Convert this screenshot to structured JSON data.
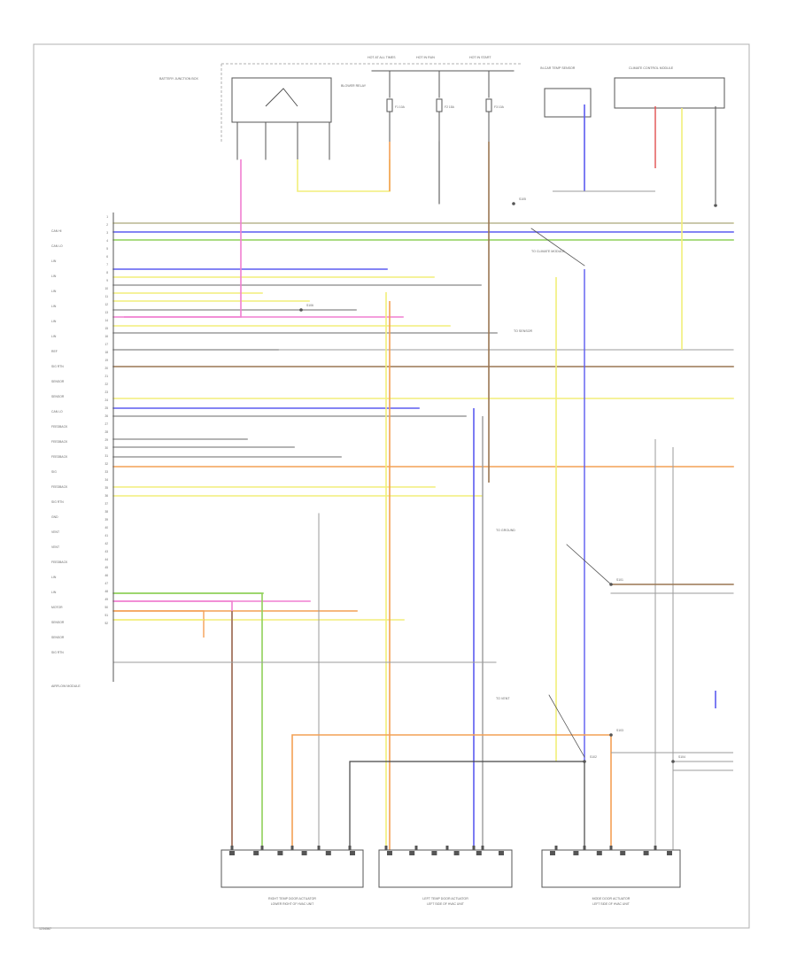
{
  "colors": {
    "frame": "#b0b0b0",
    "component": "#555555",
    "text": "#666666",
    "yellow": "#f2ee7a",
    "blue": "#5b5bf0",
    "green": "#8fd05a",
    "orange": "#f4a055",
    "brown": "#9a7652",
    "pink": "#f07fd0",
    "grey": "#9b9b9b",
    "black": "#444444",
    "red": "#e05050"
  },
  "module_label": "AIRFLOW MODULE",
  "footer_code": "1234567",
  "left_pins": [
    "1",
    "2",
    "3",
    "4",
    "5",
    "6",
    "7",
    "8",
    "9",
    "10",
    "11",
    "12",
    "13",
    "14",
    "15",
    "16",
    "17",
    "18",
    "19",
    "20",
    "21",
    "22",
    "23",
    "24",
    "25",
    "26",
    "27",
    "28",
    "29",
    "30",
    "31",
    "32",
    "33",
    "34",
    "35",
    "36",
    "37",
    "38",
    "39",
    "40",
    "41",
    "42",
    "43",
    "44",
    "45",
    "46",
    "47",
    "48",
    "49",
    "50",
    "51",
    "52"
  ],
  "left_signals": [
    "CAN HI",
    "CAN LO",
    "LIN",
    "LIN",
    "LIN",
    "LIN",
    "LIN",
    "LIN",
    "REF",
    "SIG RTN",
    "SENSOR",
    "SENSOR",
    "CAN LO",
    "FEEDBACK",
    "FEEDBACK",
    "FEEDBACK",
    "SIG",
    "FEEDBACK",
    "SIG RTN",
    "GND",
    "VENT",
    "VENT",
    "FEEDBACK",
    "LIN",
    "LIN",
    "MOTOR",
    "SENSOR",
    "SENSOR",
    "SIG RTN"
  ],
  "top_components": [
    {
      "id": "battery",
      "label": "BATTERY JUNCTION BOX"
    },
    {
      "id": "relay",
      "label": "BLOWER RELAY"
    },
    {
      "id": "hot1",
      "label": "HOT AT ALL TIMES"
    },
    {
      "id": "hot2",
      "label": "HOT IN RUN"
    },
    {
      "id": "hot3",
      "label": "HOT IN START"
    },
    {
      "id": "sensor",
      "label": "IN-CAR TEMP SENSOR"
    },
    {
      "id": "module",
      "label": "CLIMATE CONTROL MODULE"
    }
  ],
  "fuses": [
    "F1 10A",
    "F2 15A",
    "F3 10A"
  ],
  "bottom_components": [
    {
      "id": "rdoor",
      "label": "RIGHT TEMP DOOR ACTUATOR",
      "sub": "LOWER RIGHT OF HVAC UNIT"
    },
    {
      "id": "ldoor",
      "label": "LEFT TEMP DOOR ACTUATOR",
      "sub": "LEFT SIDE OF HVAC UNIT"
    },
    {
      "id": "mdoor",
      "label": "MODE DOOR ACTUATOR",
      "sub": "LEFT SIDE OF HVAC UNIT"
    }
  ],
  "right_notes": [
    "TO CLIMATE MODULE",
    "TO SENSOR",
    "TO GROUND",
    "TO VENT"
  ],
  "splices": [
    "S101",
    "S102",
    "S103",
    "S104",
    "S105",
    "S106"
  ]
}
